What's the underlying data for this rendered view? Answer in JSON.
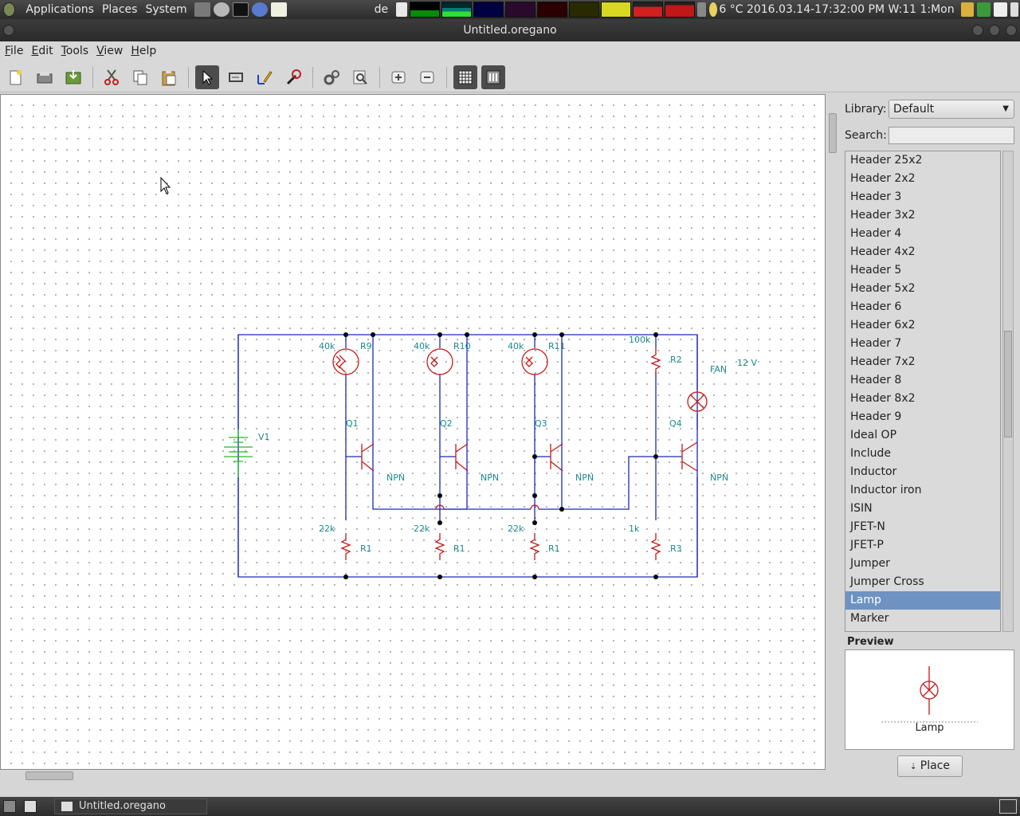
{
  "panel": {
    "menus": [
      "Applications",
      "Places",
      "System"
    ],
    "keyboard_layout": "de",
    "clock": "6 °C 2016.03.14-17:32:00 PM W:11 1:Mon"
  },
  "window": {
    "title": "Untitled.oregano"
  },
  "menubar": [
    "File",
    "Edit",
    "Tools",
    "View",
    "Help"
  ],
  "toolbar": {
    "buttons": [
      "new",
      "open",
      "save",
      "cut",
      "copy",
      "paste",
      "select",
      "wire",
      "draw",
      "part-browser",
      "settings",
      "zoom-region",
      "zoom-in",
      "zoom-out",
      "grid",
      "netlist"
    ]
  },
  "schematic": {
    "labels": {
      "r9_val": "40k",
      "r9": "R9",
      "r10_val": "40k",
      "r10": "R10",
      "r11_val": "40k",
      "r11": "R11",
      "r2_val": "100k",
      "r2": "R2",
      "fan": "FAN",
      "v12": "12 V",
      "v1": "V1",
      "q1": "Q1",
      "q2": "Q2",
      "q3": "Q3",
      "q4": "Q4",
      "npn1": "NPN",
      "npn2": "NPN",
      "npn3": "NPN",
      "npn4": "NPN",
      "r1a_val": "22k",
      "r1a": "R1",
      "r1b_val": "22k",
      "r1b": "R1",
      "r1c_val": "22k",
      "r1c": "R1",
      "r3_val": "1k",
      "r3": "R3"
    }
  },
  "library": {
    "label": "Library:",
    "selected": "Default",
    "search_label": "Search:",
    "search_value": "",
    "items": [
      "Header 25x2",
      "Header 2x2",
      "Header 3",
      "Header 3x2",
      "Header 4",
      "Header 4x2",
      "Header 5",
      "Header 5x2",
      "Header 6",
      "Header 6x2",
      "Header 7",
      "Header 7x2",
      "Header 8",
      "Header 8x2",
      "Header 9",
      "Ideal OP",
      "Include",
      "Inductor",
      "Inductor iron",
      "ISIN",
      "JFET-N",
      "JFET-P",
      "Jumper",
      "Jumper Cross",
      "Lamp",
      "Marker"
    ],
    "selected_item": "Lamp",
    "preview_title": "Preview",
    "preview_name": "Lamp",
    "place_label": "Place"
  },
  "taskbar": {
    "task": "Untitled.oregano"
  }
}
